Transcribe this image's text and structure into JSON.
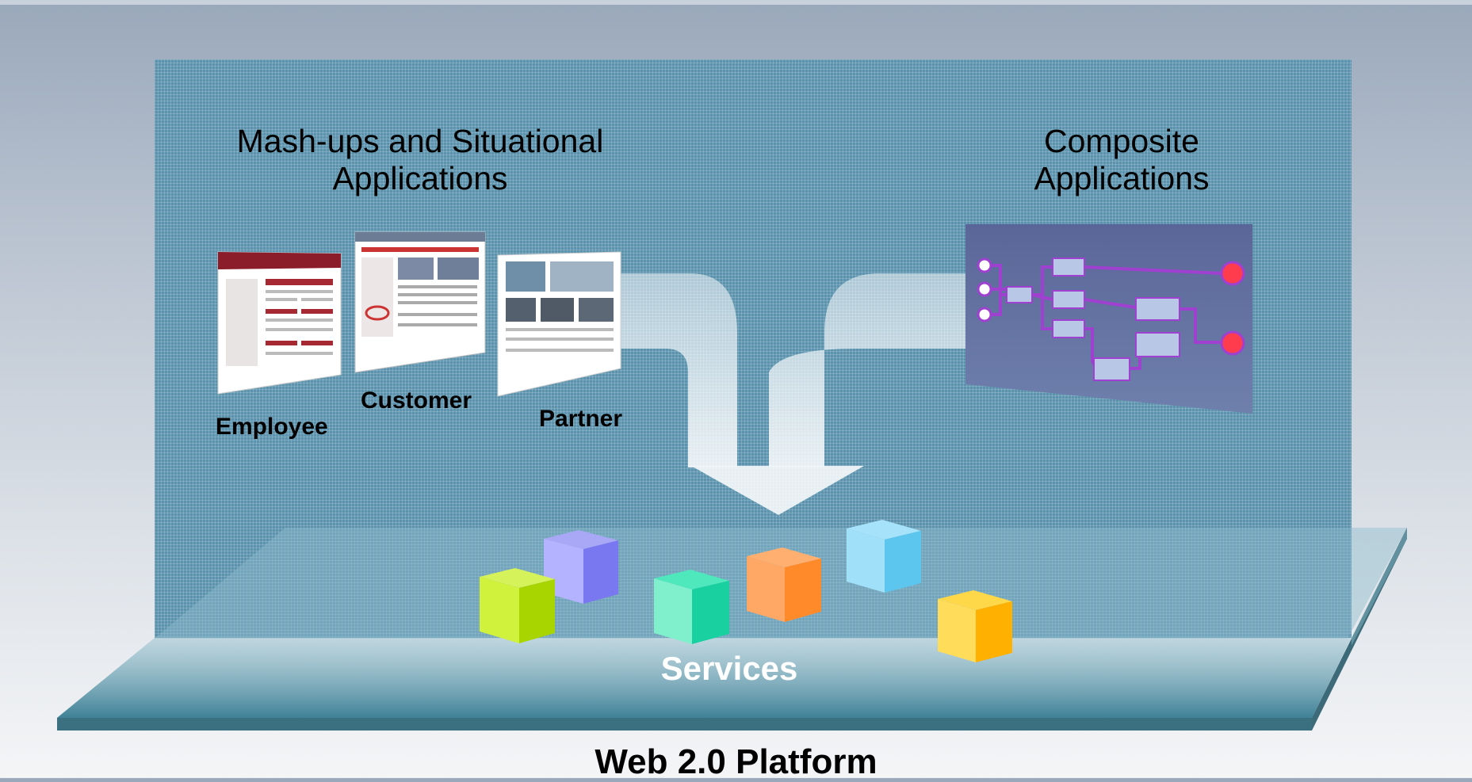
{
  "mashups": {
    "title_line1": "Mash-ups and Situational",
    "title_line2": "Applications",
    "labels": [
      "Employee",
      "Customer",
      "Partner"
    ]
  },
  "composite": {
    "title_line1": "Composite",
    "title_line2": "Applications"
  },
  "services_label": "Services",
  "platform_label": "Web 2.0 Platform",
  "colors": {
    "cube_lime": "#a8d400",
    "cube_violet": "#7a78f0",
    "cube_teal": "#18d0a0",
    "cube_orange": "#ff8a2a",
    "cube_sky": "#5cc6ee",
    "cube_amber": "#ffb000"
  }
}
